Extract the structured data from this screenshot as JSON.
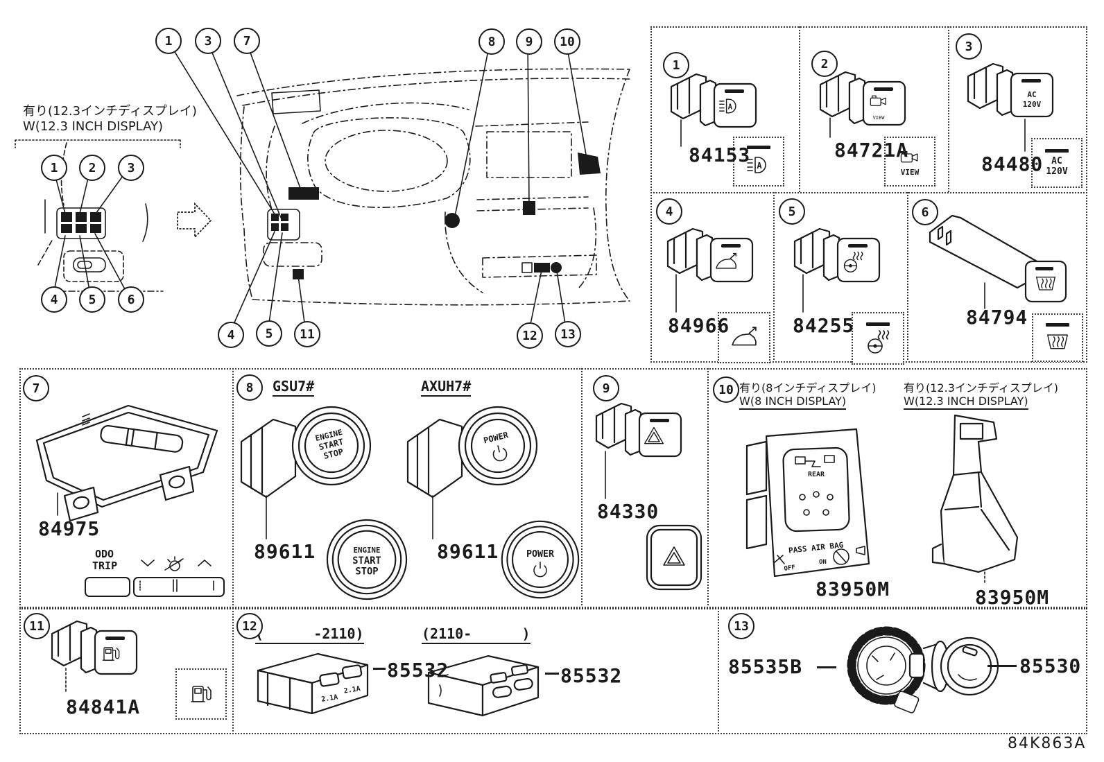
{
  "doc_code": "84K863A",
  "header": {
    "jp": "有り(12.3インチディスプレイ)",
    "en": "W(12.3 INCH DISPLAY)"
  },
  "nums": {
    "n1": "1",
    "n2": "2",
    "n3": "3",
    "n4": "4",
    "n5": "5",
    "n6": "6",
    "n7": "7",
    "n8": "8",
    "n9": "9",
    "n10": "10",
    "n11": "11",
    "n12": "12",
    "n13": "13"
  },
  "icon_letters": {
    "auto_a": "A"
  },
  "labels": {
    "view": "VIEW",
    "ac": "AC",
    "volt": "120V",
    "odo": "ODO",
    "trip": "TRIP",
    "engine1": "ENGINE",
    "engine2": "START",
    "engine3": "STOP",
    "power": "POWER",
    "rear": "REAR",
    "pass_air_bag": "PASS AIR BAG",
    "off": "OFF",
    "on": "ON",
    "amp": "2.1A"
  },
  "parts": {
    "p1": "84153",
    "p2": "84721A",
    "p3": "84480",
    "p4": "84966",
    "p5": "84255",
    "p6": "84794",
    "p7": "84975",
    "p8": "89611",
    "p9": "84330",
    "p10": "83950M",
    "p11": "84841A",
    "p12": "85532",
    "p13a": "85535B",
    "p13b": "85530"
  },
  "cell8": {
    "code_left": "GSU7#",
    "code_right": "AXUH7#"
  },
  "cell10": {
    "left_jp": "有り(8インチディスプレイ)",
    "left_en": "W(8 INCH DISPLAY)",
    "right_jp": "有り(12.3インチディスプレイ)",
    "right_en": "W(12.3 INCH DISPLAY)"
  },
  "cell12": {
    "range_left": "(      -2110)",
    "range_right": "(2110-      )"
  }
}
